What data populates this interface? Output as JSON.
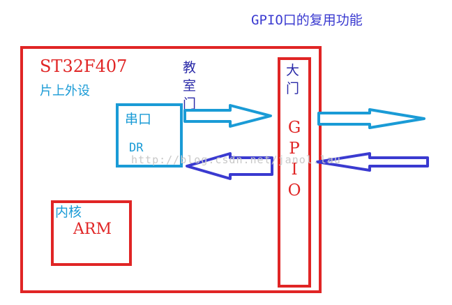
{
  "title": "GPIO口的复用功能",
  "chip": {
    "name": "ST32F407",
    "subtitle": "片上外设"
  },
  "door_label": "教室门",
  "gate_label": "大门",
  "uart": {
    "name": "串口",
    "register": "DR"
  },
  "core": {
    "name": "内核",
    "arch": "ARM"
  },
  "gpio_letters": [
    "G",
    "P",
    "I",
    "O"
  ],
  "watermark": "http://blog.csdn.net/janol.lau",
  "colors": {
    "frame_red": "#e02525",
    "cyan": "#1a9bd6",
    "arrow_blue": "#3a3ad0",
    "text_navy": "#2a2aa8"
  }
}
